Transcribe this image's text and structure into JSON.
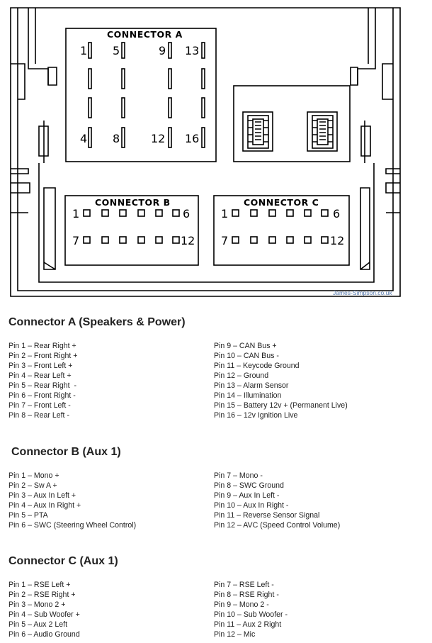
{
  "diagram": {
    "connector_a": {
      "label": "CONNECTOR  A",
      "pin_numbers": {
        "p1": "1",
        "p5": "5",
        "p9": "9",
        "p13": "13",
        "p4": "4",
        "p8": "8",
        "p12": "12",
        "p16": "16"
      }
    },
    "connector_b": {
      "label": "CONNECTOR  B",
      "first": "1",
      "sixth": "6",
      "seventh": "7",
      "twelfth": "12"
    },
    "connector_c": {
      "label": "CONNECTOR  C",
      "first": "1",
      "sixth": "6",
      "seventh": "7",
      "twelfth": "12"
    },
    "credit": "James-Simpson.co.uk"
  },
  "sections": [
    {
      "title": "Connector A (Speakers & Power)",
      "left": [
        "Pin 1 – Rear Right +",
        "Pin 2 – Front Right +",
        "Pin 3 – Front Left +",
        "Pin 4 – Rear Left +",
        "Pin 5 – Rear Right  -",
        "Pin 6 – Front Right -",
        "Pin 7 – Front Left -",
        "Pin 8 – Rear Left -"
      ],
      "right": [
        "Pin 9 – CAN Bus +",
        "Pin 10 – CAN Bus -",
        "Pin 11 – Keycode Ground",
        "Pin 12 – Ground",
        "Pin 13 – Alarm Sensor",
        "Pin 14 – Illumination",
        "Pin 15 – Battery 12v + (Permanent Live)",
        "Pin 16 – 12v Ignition Live"
      ]
    },
    {
      "title": "Connector B (Aux 1)",
      "left": [
        "Pin 1 – Mono +",
        "Pin 2 – Sw A +",
        "Pin 3 – Aux In Left +",
        "Pin 4 – Aux In Right +",
        "Pin 5 – PTA",
        "Pin 6 – SWC (Steering Wheel Control)"
      ],
      "right": [
        "Pin 7 – Mono -",
        "Pin 8 – SWC Ground",
        "Pin 9 – Aux In Left -",
        "Pin 10 – Aux In Right -",
        "Pin 11 – Reverse Sensor Signal",
        "Pin 12 – AVC (Speed Control Volume)"
      ]
    },
    {
      "title": "Connector C (Aux 1)",
      "left": [
        "Pin 1 – RSE Left +",
        "Pin 2 – RSE Right +",
        "Pin 3 – Mono 2 +",
        "Pin 4 – Sub Woofer +",
        "Pin 5 – Aux 2 Left",
        "Pin 6 – Audio Ground"
      ],
      "right": [
        "Pin 7 – RSE Left -",
        "Pin 8 – RSE Right -",
        "Pin 9 – Mono 2 -",
        "Pin 10 – Sub Woofer -",
        "Pin 11 – Aux 2 Right",
        "Pin 12 – Mic"
      ]
    }
  ]
}
